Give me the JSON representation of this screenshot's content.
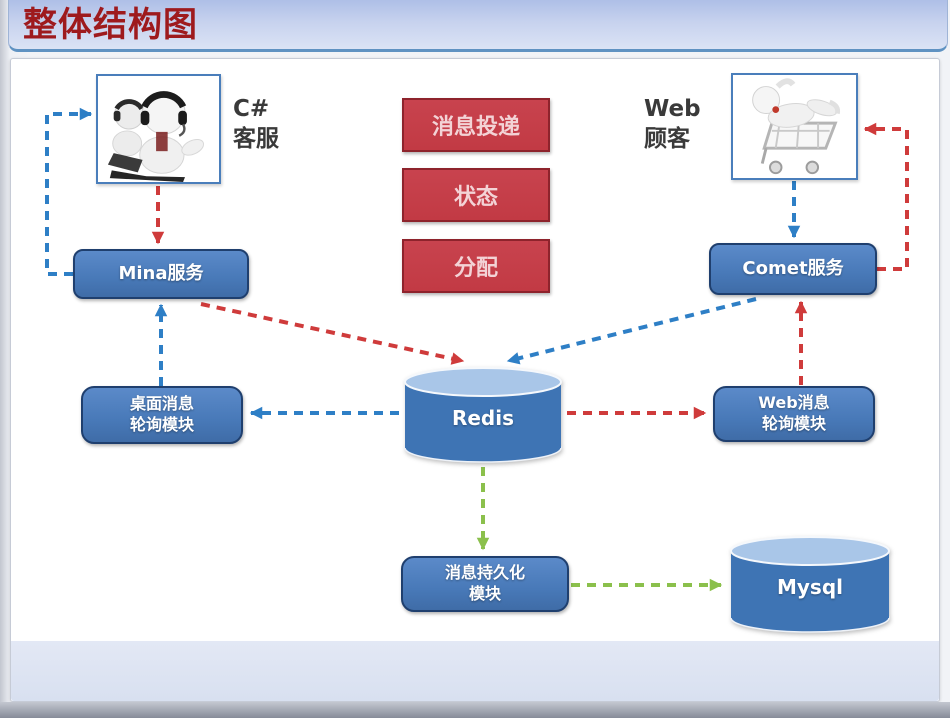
{
  "title": "整体结构图",
  "actors": {
    "csharp": {
      "line1": "C#",
      "line2": "客服"
    },
    "web": {
      "line1": "Web",
      "line2": "顾客"
    }
  },
  "legend": [
    {
      "label": "消息投递"
    },
    {
      "label": "状态"
    },
    {
      "label": "分配"
    }
  ],
  "nodes": {
    "mina": {
      "label": "Mina服务"
    },
    "comet": {
      "label": "Comet服务"
    },
    "desktop_poll": {
      "line1": "桌面消息",
      "line2": "轮询模块"
    },
    "web_poll": {
      "line1": "Web消息",
      "line2": "轮询模块"
    },
    "redis": {
      "label": "Redis"
    },
    "persist": {
      "line1": "消息持久化",
      "line2": "模块"
    },
    "mysql": {
      "label": "Mysql"
    }
  },
  "colors": {
    "title_red": "#9e1a1d",
    "node_blue": "#4879b8",
    "node_border": "#1f3f6e",
    "legend_red": "#c23a44",
    "legend_border": "#8e232c",
    "legend_text": "#f3d3d6",
    "cylinder_blue": "#3e74b4",
    "cylinder_top": "#a9c6e8",
    "arrow_blue": "#2e7fc6",
    "arrow_red": "#cf3b3b",
    "arrow_green": "#8bc04c"
  }
}
